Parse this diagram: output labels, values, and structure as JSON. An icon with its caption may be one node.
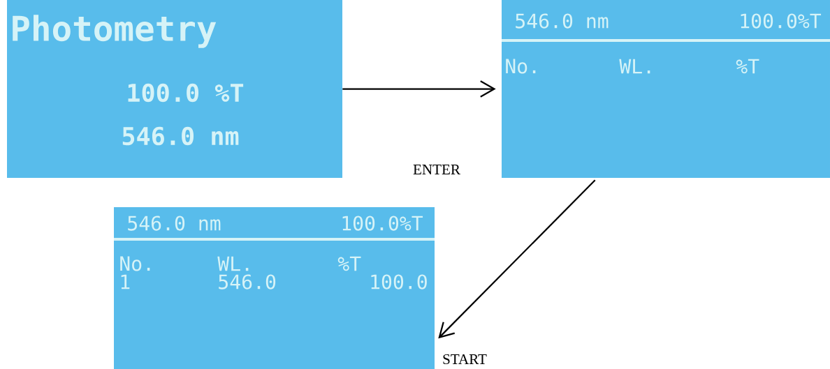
{
  "diagram": {
    "nodes": [
      {
        "text": [
          "Photometry",
          "100.0 %T",
          "546.0 nm"
        ]
      },
      {
        "text": [
          "546.0 nm",
          "100.0%T",
          "No.",
          "WL.",
          "%T"
        ]
      },
      {
        "text": [
          "546.0 nm",
          "100.0%T",
          "No.",
          "WL.",
          "%T",
          "1",
          "546.0",
          "100.0"
        ]
      }
    ],
    "edges": [
      {
        "from": 0,
        "to": 1,
        "arrow": "to"
      },
      {
        "from": 1,
        "to": 2,
        "arrow": "to"
      }
    ],
    "labels": [
      "ENTER",
      "START"
    ]
  }
}
